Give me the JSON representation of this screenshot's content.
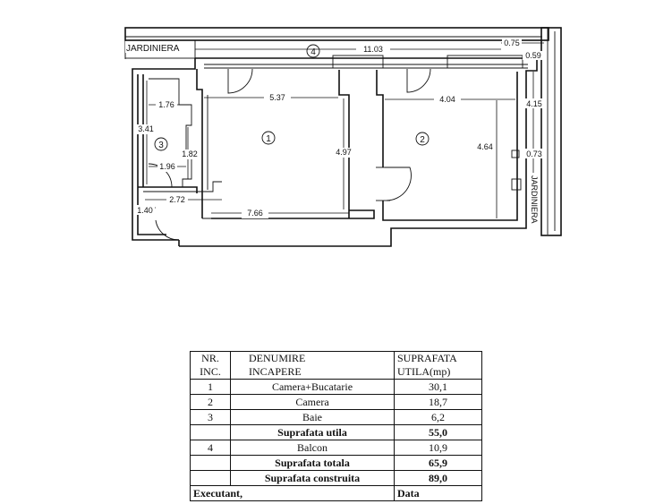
{
  "plan": {
    "labels": {
      "jardiniera_top": "JARDINIERA",
      "jardiniera_right": "JARDINIERA"
    },
    "dimensions": {
      "top_total": "11.03",
      "top_right_a": "0.75",
      "top_right_b": "0.59",
      "right_a": "4.15",
      "right_b": "0.73",
      "room1_width": "5.37",
      "room1_height": "4.97",
      "room1_bottom": "7.66",
      "room2_width": "4.04",
      "room2_height": "4.64",
      "bath_w1": "1.76",
      "bath_h": "3.41",
      "bath_w2": "1.96",
      "bath_h2": "1.82",
      "hall_w": "2.72",
      "hall_small": "1.40"
    },
    "room_numbers": [
      "1",
      "2",
      "3",
      "4"
    ]
  },
  "table": {
    "headers": {
      "nr": [
        "NR.",
        "INC."
      ],
      "name": [
        "DENUMIRE",
        "INCAPERE"
      ],
      "area": [
        "SUPRAFATA",
        "UTILA(mp)"
      ]
    },
    "rows": [
      {
        "nr": "1",
        "name": "Camera+Bucatarie",
        "value": "30,1",
        "bold": false
      },
      {
        "nr": "2",
        "name": "Camera",
        "value": "18,7",
        "bold": false
      },
      {
        "nr": "3",
        "name": "Baie",
        "value": "6,2",
        "bold": false
      },
      {
        "nr": "",
        "name": "Suprafata utila",
        "value": "55,0",
        "bold": true
      },
      {
        "nr": "4",
        "name": "Balcon",
        "value": "10,9",
        "bold": false
      },
      {
        "nr": "",
        "name": "Suprafata totala",
        "value": "65,9",
        "bold": true
      },
      {
        "nr": "",
        "name": "Suprafata construita",
        "value": "89,0",
        "bold": true
      }
    ],
    "footer": {
      "left": "Executant,",
      "right": "Data"
    }
  }
}
